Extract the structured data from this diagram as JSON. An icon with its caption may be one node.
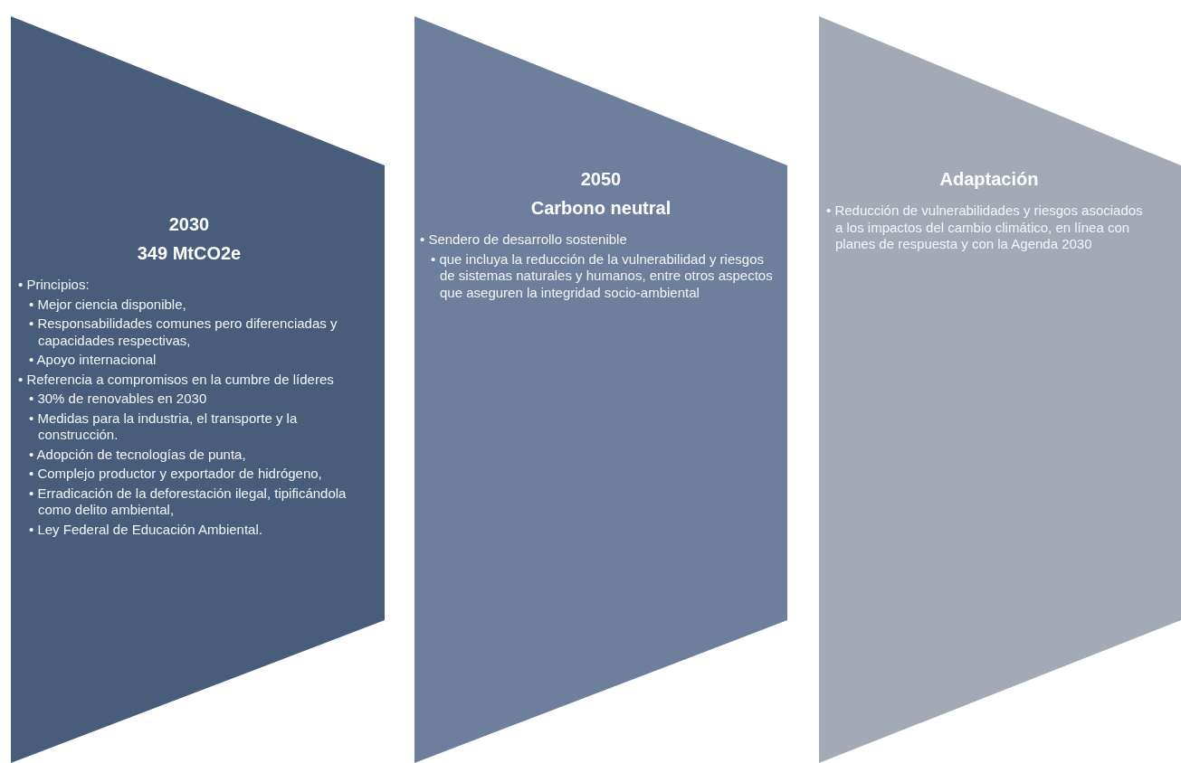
{
  "diagram": {
    "nodes": [
      {
        "text": [
          "2030",
          "349 MtCO2e",
          "• Principios:",
          "• Mejor ciencia disponible,",
          "• Responsabilidades comunes pero diferenciadas y capacidades respectivas,",
          "• Apoyo internacional",
          "• Referencia a compromisos en la cumbre de líderes",
          "• 30% de renovables en 2030",
          "• Medidas para la industria, el transporte y la construcción.",
          "• Adopción de tecnologías de punta,",
          "• Complejo productor y exportador de hidrógeno,",
          "• Erradicación de la deforestación ilegal, tipificándola como delito ambiental,",
          "• Ley Federal de Educación Ambiental."
        ]
      },
      {
        "text": [
          "2050",
          "Carbono neutral",
          "• Sendero de desarrollo sostenible",
          "• que incluya la reducción de la vulnerabilidad y riesgos de sistemas naturales y humanos, entre otros aspectos que aseguren la integridad socio-ambiental"
        ]
      },
      {
        "text": [
          "Adaptación",
          "• Reducción de vulnerabilidades y riesgos asociados a los impactos del cambio climático, en línea con planes de respuesta y con la Agenda 2030"
        ]
      }
    ]
  }
}
